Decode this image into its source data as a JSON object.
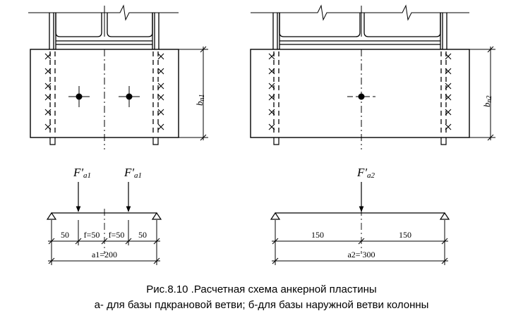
{
  "figure_a": {
    "plate_height_label": "bn1",
    "force_left": "F'a1",
    "force_right": "F'a1",
    "segments": [
      "50",
      "f=50",
      "f=50",
      "50"
    ],
    "total": "a1=200"
  },
  "figure_b": {
    "plate_height_label": "bn2",
    "force": "F'a2",
    "segments": [
      "150",
      "150"
    ],
    "total": "a2= 300"
  },
  "caption": {
    "line1": "Рис.8.10 .Расчетная схема анкерной пластины",
    "line2": "а- для базы пдкрановой ветви; б-для базы наружной ветви колонны"
  }
}
